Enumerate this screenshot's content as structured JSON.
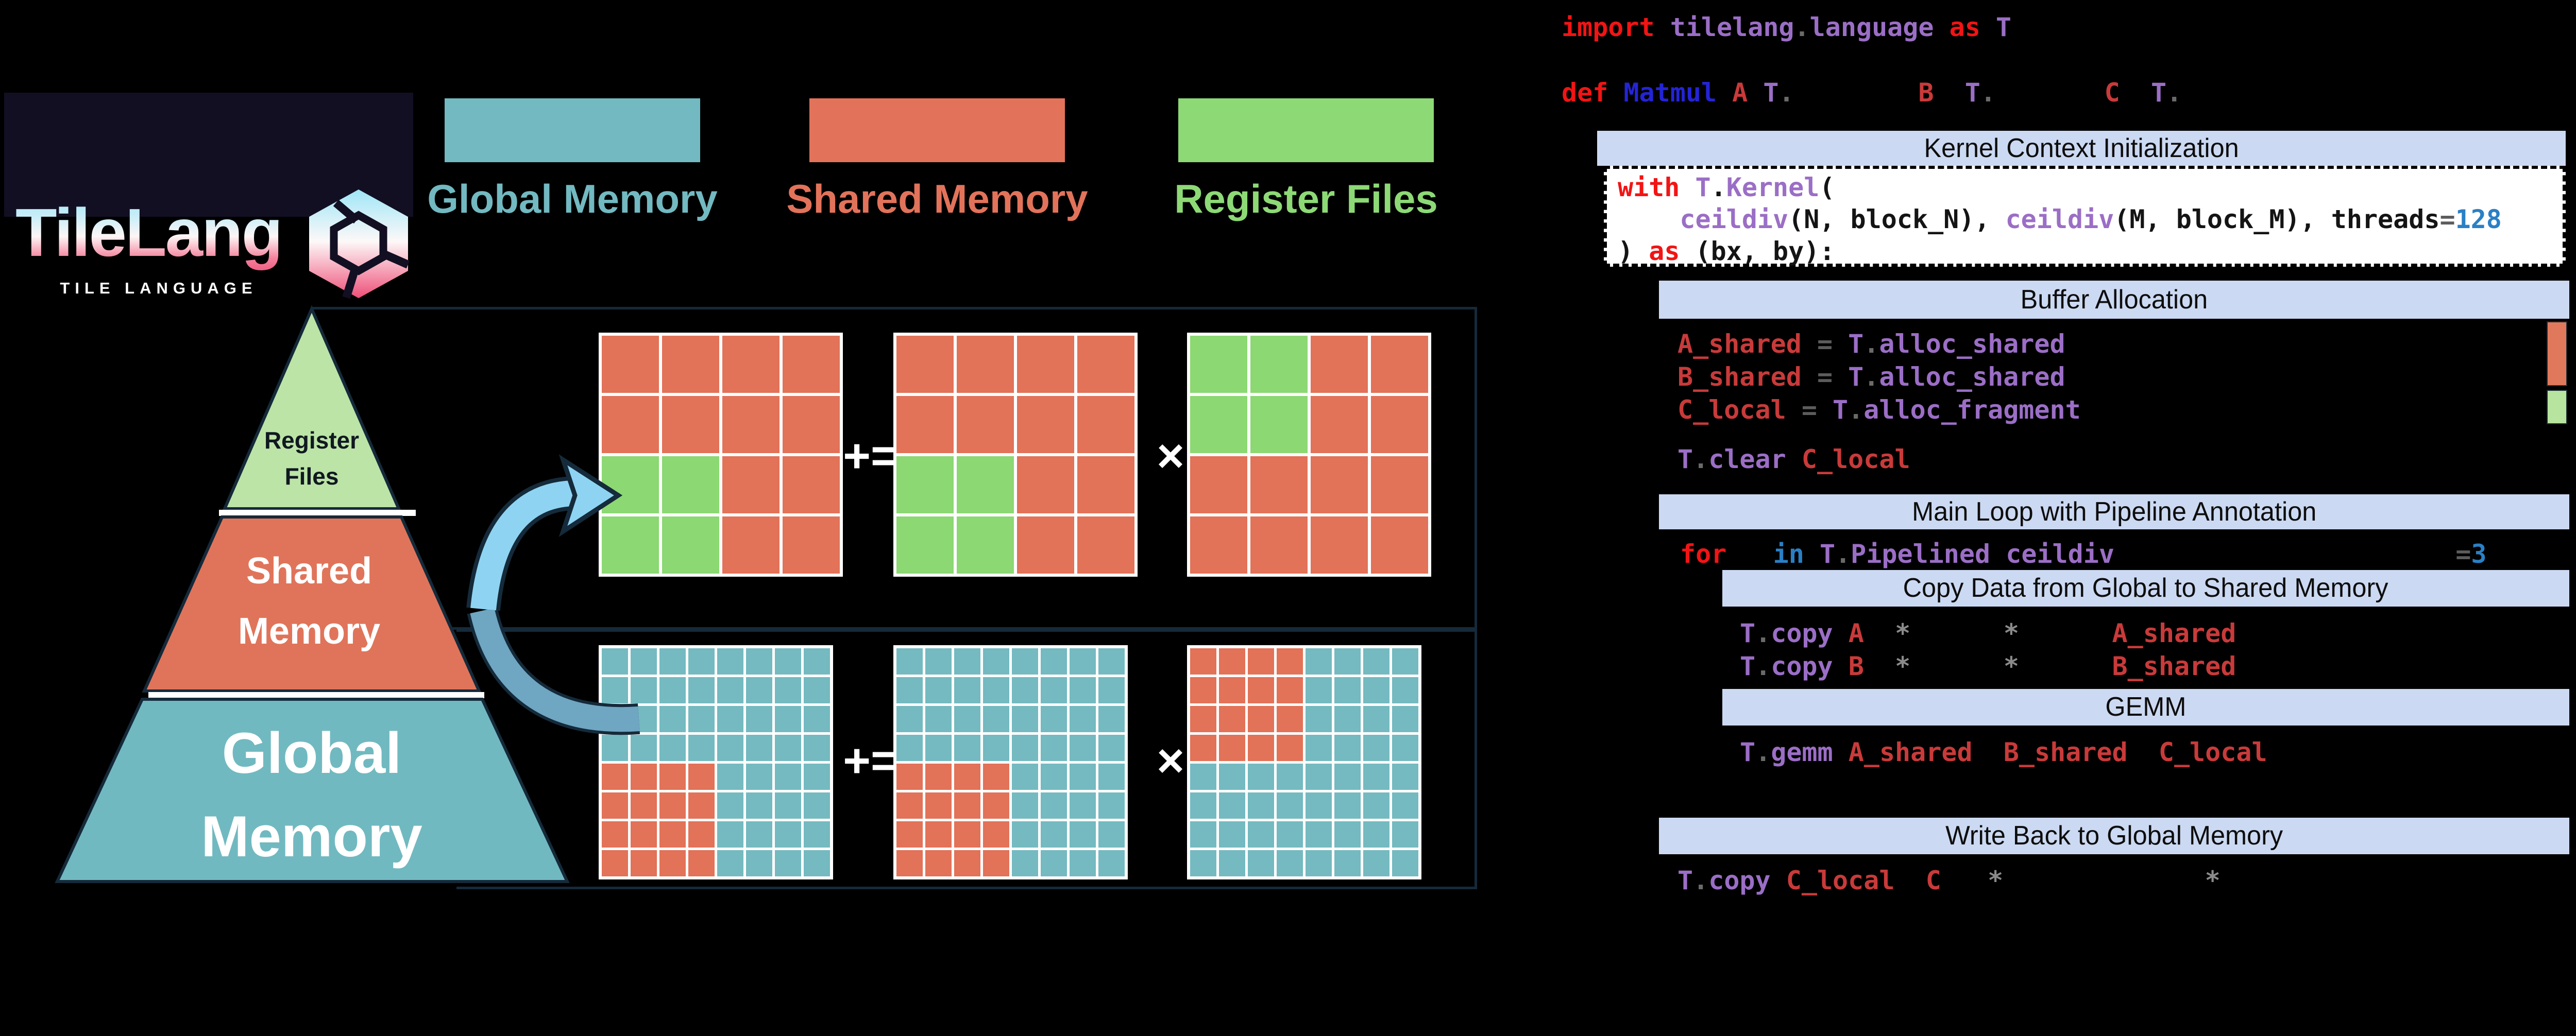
{
  "logo": {
    "title": "TileLang",
    "subtitle": "TILE LANGUAGE",
    "icon": "tilelang-gem-icon",
    "background": "#120f23",
    "gradient_top": "#9fe6f7",
    "gradient_bottom": "#ee4f78"
  },
  "legend": {
    "items": [
      {
        "label": "Global Memory",
        "color": "#72b9c1"
      },
      {
        "label": "Shared Memory",
        "color": "#e2735a"
      },
      {
        "label": "Register Files",
        "color": "#8dd976"
      }
    ]
  },
  "pyramid": {
    "levels": [
      {
        "label": "Register Files",
        "lines": [
          "Register",
          "Files"
        ],
        "color": "#bce4a7",
        "text_color": "#101820"
      },
      {
        "label": "Shared Memory",
        "lines": [
          "Shared",
          "Memory"
        ],
        "color": "#e0745a",
        "text_color": "#ffffff"
      },
      {
        "label": "Global Memory",
        "lines": [
          "Global",
          "Memory"
        ],
        "color": "#71b9c0",
        "text_color": "#ffffff"
      }
    ],
    "outline_color": "#152a3a"
  },
  "tiles": {
    "cell_colors": {
      "S": "#e27258",
      "G": "#8cd873",
      "T": "#74bac0"
    },
    "operators": {
      "accumulate": "+=",
      "multiply": "×"
    },
    "register_level": {
      "grids": [
        [
          "SSSS",
          "SSSS",
          "GGSS",
          "GGSS"
        ],
        [
          "SSSS",
          "SSSS",
          "GGSS",
          "GGSS"
        ],
        [
          "GGSS",
          "GGSS",
          "SSSS",
          "SSSS"
        ]
      ]
    },
    "global_level": {
      "grids": [
        [
          "TTTTTTTT",
          "TTTTTTTT",
          "TTTTTTTT",
          "TTTTTTTT",
          "SSSSTTTT",
          "SSSSTTTT",
          "SSSSTTTT",
          "SSSSTTTT"
        ],
        [
          "TTTTTTTT",
          "TTTTTTTT",
          "TTTTTTTT",
          "TTTTTTTT",
          "SSSSTTTT",
          "SSSSTTTT",
          "SSSSTTTT",
          "SSSSTTTT"
        ],
        [
          "SSSSTTTT",
          "SSSSTTTT",
          "SSSSTTTT",
          "SSSSTTTT",
          "TTTTTTTT",
          "TTTTTTTT",
          "TTTTTTTT",
          "TTTTTTTT"
        ]
      ]
    },
    "arrow_color": "#8ed4f2",
    "arrow_band_color": "#6fa6c2"
  },
  "code": {
    "section_headers": [
      {
        "id": "kernel",
        "label": "Kernel Context Initialization"
      },
      {
        "id": "buffer",
        "label": "Buffer Allocation"
      },
      {
        "id": "mainloop",
        "label": "Main Loop with Pipeline Annotation"
      },
      {
        "id": "copy",
        "label": "Copy Data from Global to Shared Memory"
      },
      {
        "id": "gemm",
        "label": "GEMM"
      },
      {
        "id": "writeback",
        "label": "Write Back to Global Memory"
      }
    ],
    "lines": [
      {
        "id": "import",
        "tokens": [
          [
            "kw",
            "import "
          ],
          [
            "pur",
            "tilelang"
          ],
          [
            "dot",
            "."
          ],
          [
            "pur",
            "language"
          ],
          [
            "kw",
            " as "
          ],
          [
            "pur",
            "T"
          ]
        ]
      },
      {
        "id": "def",
        "tokens": [
          [
            "kw",
            "def "
          ],
          [
            "blu",
            "Matmul "
          ],
          [
            "var",
            "A "
          ],
          [
            "pur",
            "T"
          ],
          [
            "dot",
            "."
          ],
          [
            "blk",
            "        "
          ],
          [
            "var",
            "B"
          ],
          [
            "blk",
            "  "
          ],
          [
            "pur",
            "T"
          ],
          [
            "dot",
            "."
          ],
          [
            "blk",
            "       "
          ],
          [
            "var",
            "C"
          ],
          [
            "blk",
            "  "
          ],
          [
            "pur",
            "T"
          ],
          [
            "dot",
            "."
          ]
        ]
      },
      {
        "id": "with",
        "tokens": [
          [
            "kw",
            "with "
          ],
          [
            "pur",
            "T"
          ],
          [
            "blk",
            "."
          ],
          [
            "pur",
            "Kernel"
          ],
          [
            "blk",
            "("
          ]
        ]
      },
      {
        "id": "ceildiv",
        "tokens": [
          [
            "blk",
            "    "
          ],
          [
            "pur",
            "ceildiv"
          ],
          [
            "blk",
            "(N, block_N), "
          ],
          [
            "pur",
            "ceildiv"
          ],
          [
            "blk",
            "(M, block_M), threads"
          ],
          [
            "gray",
            "="
          ],
          [
            "num",
            "128"
          ]
        ]
      },
      {
        "id": "as",
        "tokens": [
          [
            "blk",
            ") "
          ],
          [
            "kw",
            "as"
          ],
          [
            "blk",
            " (bx, by):"
          ]
        ]
      },
      {
        "id": "ashared",
        "tokens": [
          [
            "var",
            "A_shared"
          ],
          [
            "blk",
            " "
          ],
          [
            "gray",
            "="
          ],
          [
            "blk",
            " "
          ],
          [
            "pur",
            "T"
          ],
          [
            "dot",
            "."
          ],
          [
            "pur",
            "alloc_shared"
          ]
        ]
      },
      {
        "id": "bshared",
        "tokens": [
          [
            "var",
            "B_shared"
          ],
          [
            "blk",
            " "
          ],
          [
            "gray",
            "="
          ],
          [
            "blk",
            " "
          ],
          [
            "pur",
            "T"
          ],
          [
            "dot",
            "."
          ],
          [
            "pur",
            "alloc_shared"
          ]
        ]
      },
      {
        "id": "clocal",
        "tokens": [
          [
            "var",
            "C_local"
          ],
          [
            "blk",
            " "
          ],
          [
            "gray",
            "="
          ],
          [
            "blk",
            " "
          ],
          [
            "pur",
            "T"
          ],
          [
            "dot",
            "."
          ],
          [
            "pur",
            "alloc_fragment"
          ]
        ]
      },
      {
        "id": "clear",
        "tokens": [
          [
            "pur",
            "T"
          ],
          [
            "dot",
            "."
          ],
          [
            "pur",
            "clear"
          ],
          [
            "blk",
            " "
          ],
          [
            "var",
            "C_local"
          ]
        ]
      },
      {
        "id": "for",
        "tokens": [
          [
            "kw",
            "for"
          ],
          [
            "blk",
            "   "
          ],
          [
            "num",
            "in"
          ],
          [
            "blk",
            " "
          ],
          [
            "pur",
            "T"
          ],
          [
            "dot",
            "."
          ],
          [
            "pur",
            "Pipelined"
          ],
          [
            "blk",
            " "
          ],
          [
            "pur",
            "ceildiv"
          ],
          [
            "blk",
            "                      "
          ],
          [
            "gray",
            "="
          ],
          [
            "num",
            "3"
          ]
        ]
      },
      {
        "id": "copyA",
        "tokens": [
          [
            "pur",
            "T"
          ],
          [
            "dot",
            "."
          ],
          [
            "pur",
            "copy"
          ],
          [
            "blk",
            " "
          ],
          [
            "var",
            "A"
          ],
          [
            "blk",
            "  "
          ],
          [
            "star",
            "*"
          ],
          [
            "blk",
            "      "
          ],
          [
            "star",
            "*"
          ],
          [
            "blk",
            "      "
          ],
          [
            "var",
            "A_shared"
          ]
        ]
      },
      {
        "id": "copyB",
        "tokens": [
          [
            "pur",
            "T"
          ],
          [
            "dot",
            "."
          ],
          [
            "pur",
            "copy"
          ],
          [
            "blk",
            " "
          ],
          [
            "var",
            "B"
          ],
          [
            "blk",
            "  "
          ],
          [
            "star",
            "*"
          ],
          [
            "blk",
            "      "
          ],
          [
            "star",
            "*"
          ],
          [
            "blk",
            "      "
          ],
          [
            "var",
            "B_shared"
          ]
        ]
      },
      {
        "id": "gemmln",
        "tokens": [
          [
            "pur",
            "T"
          ],
          [
            "dot",
            "."
          ],
          [
            "pur",
            "gemm"
          ],
          [
            "blk",
            " "
          ],
          [
            "var",
            "A_shared"
          ],
          [
            "blk",
            "  "
          ],
          [
            "var",
            "B_shared"
          ],
          [
            "blk",
            "  "
          ],
          [
            "var",
            "C_local"
          ]
        ]
      },
      {
        "id": "copyC",
        "tokens": [
          [
            "pur",
            "T"
          ],
          [
            "dot",
            "."
          ],
          [
            "pur",
            "copy"
          ],
          [
            "blk",
            " "
          ],
          [
            "var",
            "C_local"
          ],
          [
            "blk",
            "  "
          ],
          [
            "var",
            "C"
          ],
          [
            "blk",
            "   "
          ],
          [
            "star",
            "*"
          ],
          [
            "blk",
            "             "
          ],
          [
            "star",
            "*"
          ]
        ]
      }
    ],
    "memory_bars": [
      {
        "id": "shared-bar",
        "color": "#e0795c"
      },
      {
        "id": "register-bar",
        "color": "#b7e49e"
      }
    ],
    "header_color": "#ccd9f2",
    "value_threads": "128",
    "value_stages": "3"
  }
}
